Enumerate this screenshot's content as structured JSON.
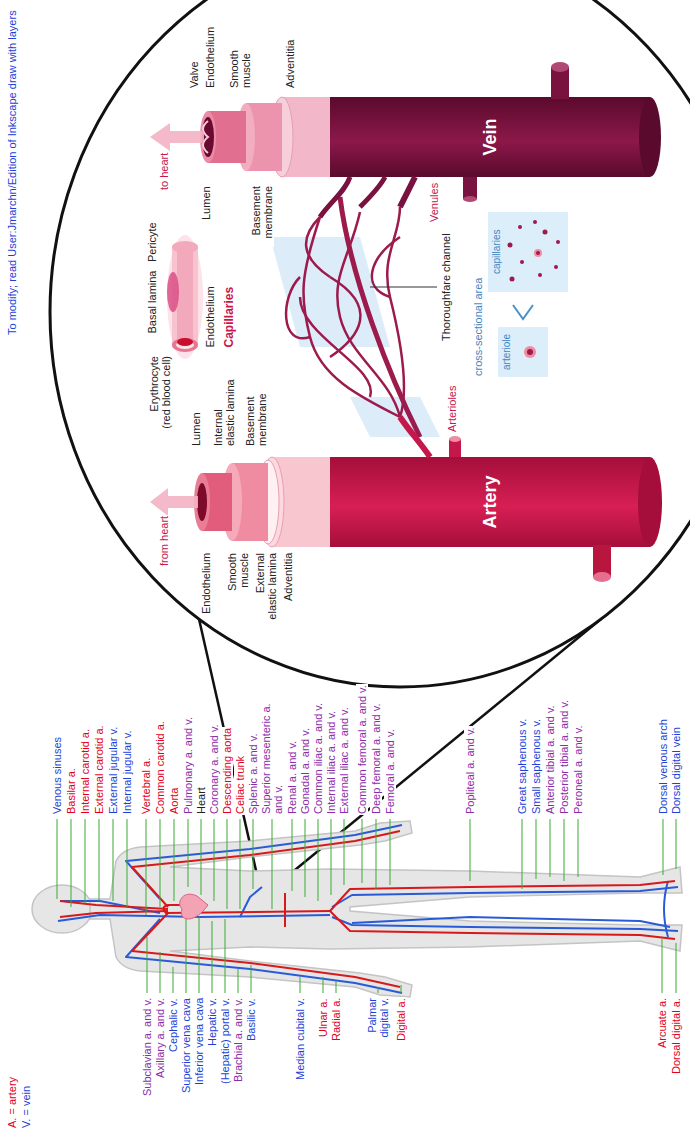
{
  "diagram": {
    "nodes": [
      {
        "text": [
          "Artery"
        ]
      },
      {
        "text": [
          "Vein"
        ]
      }
    ],
    "labels": [
      "A. = artery",
      "V. = vein",
      "To modify; read User:Jmarchn/Edition of Inkscape draw with layers",
      "Subclavian a. and v.",
      "Axillary a. and v.",
      "Cephalic v.",
      "Superior vena cava",
      "Inferior vena cava",
      "Hepatic v.",
      "(Hepatic) portal v.",
      "Brachial a. and v.",
      "Basilic v.",
      "Median cubital v.",
      "Ulnar a.",
      "Radial a.",
      "Palmar digital v.",
      "Digital a.",
      "Arcuate a.",
      "Dorsal digital a.",
      "Venous sinuses",
      "Basilar a.",
      "Internal carotid a.",
      "External carotid a.",
      "External jugular v.",
      "Internal jugular v.",
      "Vertebral a.",
      "Common carotid a.",
      "Aorta",
      "Pulmonary a. and v.",
      "Heart",
      "Coronary a. and v.",
      "Descending aorta",
      "Celiac trunk",
      "Splenic a. and v.",
      "Superior mesenteric a. and v.",
      "Renal a. and v.",
      "Gonadal a. and v.",
      "Common iliac a. and v.",
      "Internal iliac a. and v.",
      "External iliac a. and v.",
      "Common femoral a. and v.",
      "Deep femoral a. and v.",
      "Femoral a. and v.",
      "Popliteal a. and v.",
      "Great saphenous v.",
      "Small saphenous v.",
      "Anterior tibial a. and v.",
      "Posterior tibial a. and v.",
      "Peroneal a. and v.",
      "Dorsal venous arch",
      "Dorsal digital vein",
      "from heart",
      "Endothelium",
      "Smooth muscle",
      "External elastic lamina",
      "Adventitia",
      "Lumen",
      "Internal elastic lamina",
      "Basement membrane",
      "Erythrocyte (red blood cell)",
      "Basal lamina",
      "Pericyte",
      "Endothelium",
      "Capillaries",
      "to heart",
      "Lumen",
      "Basement membrane",
      "Valve",
      "Endothelium",
      "Smooth muscle",
      "Adventitia",
      "Arterioles",
      "Venules",
      "Thoroughfare channel",
      "cross-sectional area",
      "arteriole",
      "capillaries"
    ]
  }
}
